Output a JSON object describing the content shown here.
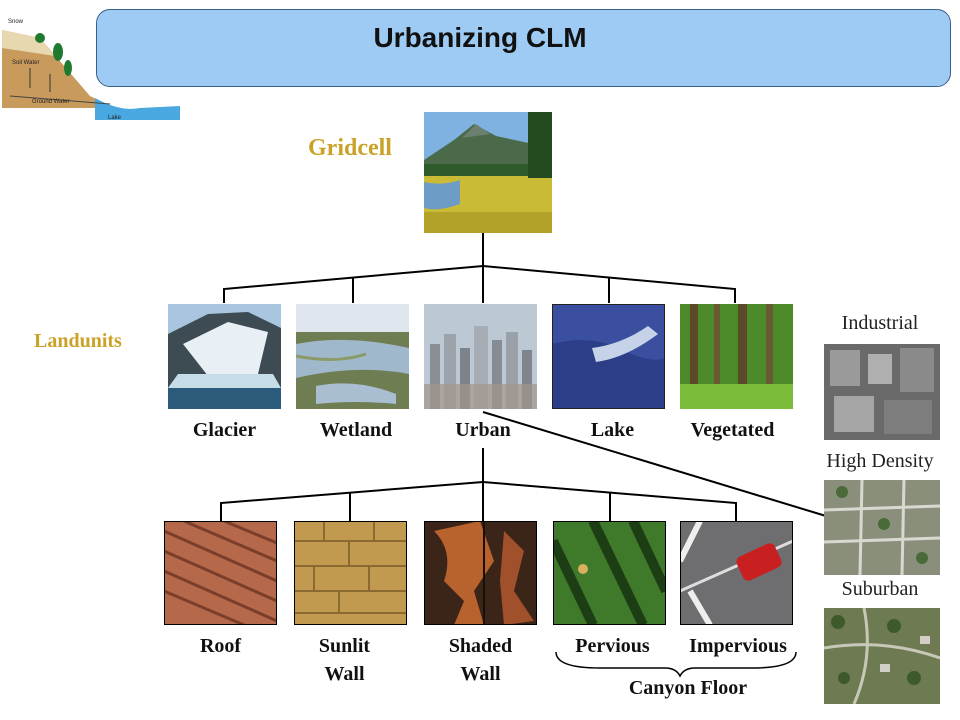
{
  "title": "Urbanizing CLM",
  "levels": {
    "gridcell": "Gridcell",
    "landunits": "Landunits"
  },
  "landunits": [
    "Glacier",
    "Wetland",
    "Urban",
    "Lake",
    "Vegetated"
  ],
  "urban_columns": [
    {
      "line1": "Roof",
      "line2": ""
    },
    {
      "line1": "Sunlit",
      "line2": "Wall"
    },
    {
      "line1": "Shaded",
      "line2": "Wall"
    },
    {
      "line1": "Pervious",
      "line2": ""
    },
    {
      "line1": "Impervious",
      "line2": ""
    }
  ],
  "canyon_floor": "Canyon Floor",
  "density_classes": [
    "Industrial",
    "High Density",
    "Suburban"
  ],
  "colors": {
    "title_bg": "#9ecbf3",
    "level_label": "#c9a227"
  },
  "logo_text": [
    "Snow",
    "Soil Water",
    "Ground Water",
    "Lake"
  ]
}
